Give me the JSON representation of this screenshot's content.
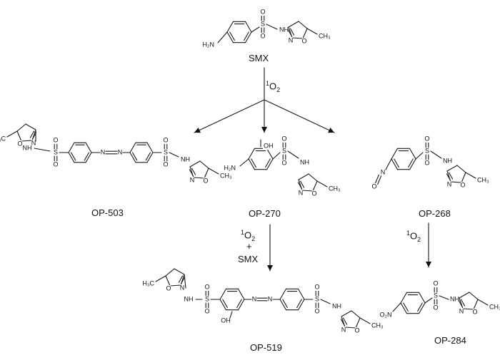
{
  "captions": {
    "smx": "SMX",
    "op503": "OP-503",
    "op270": "OP-270",
    "op268": "OP-268",
    "op519": "OP-519",
    "op284": "OP-284"
  },
  "reagents": {
    "singlet_oxygen_superscript": "1",
    "singlet_oxygen_species": "O",
    "singlet_oxygen_subscript": "2",
    "plus": "+",
    "smx": "SMX"
  },
  "atoms": {
    "S": "S",
    "O": "O",
    "N": "N",
    "NH": "NH",
    "H2N": "H₂N",
    "OH": "OH",
    "CH3_right": "CH₃",
    "H3C_left": "H₃C",
    "nitro": "O₂N",
    "azo_N": "N"
  }
}
